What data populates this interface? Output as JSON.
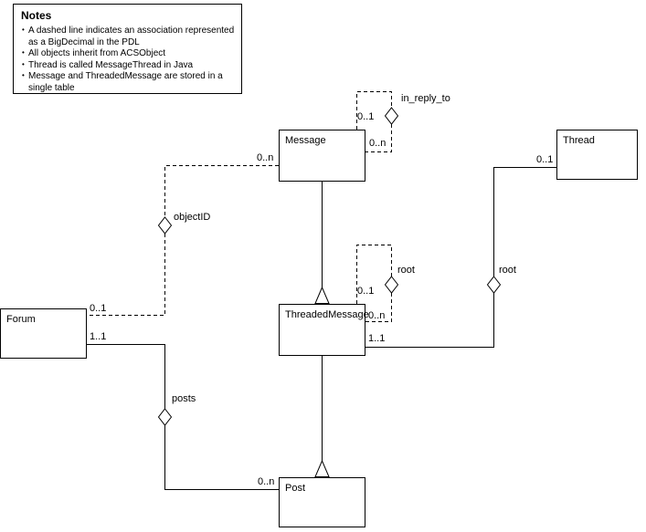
{
  "notes": {
    "title": "Notes",
    "bullet": "•",
    "items": [
      "A dashed line indicates an association represented as a BigDecimal in the PDL",
      "All objects inherit from ACSObject",
      "Thread is called MessageThread in Java",
      "Message and ThreadedMessage are stored in a single table"
    ]
  },
  "classes": {
    "message": "Message",
    "thread": "Thread",
    "forum": "Forum",
    "threaded_message": "ThreadedMessage",
    "post": "Post"
  },
  "associations": {
    "in_reply_to": {
      "name": "in_reply_to",
      "near": "0..1",
      "far": "0..n"
    },
    "object_id": {
      "name": "objectID",
      "message_end": "0..n",
      "forum_end": "0..1"
    },
    "root_self": {
      "name": "root",
      "near": "0..1",
      "far": "0..n"
    },
    "root_thread": {
      "name": "root",
      "thread_end": "0..1",
      "threaded_message_end": "1..1"
    },
    "posts": {
      "name": "posts",
      "forum_end": "1..1",
      "post_end": "0..n"
    }
  }
}
